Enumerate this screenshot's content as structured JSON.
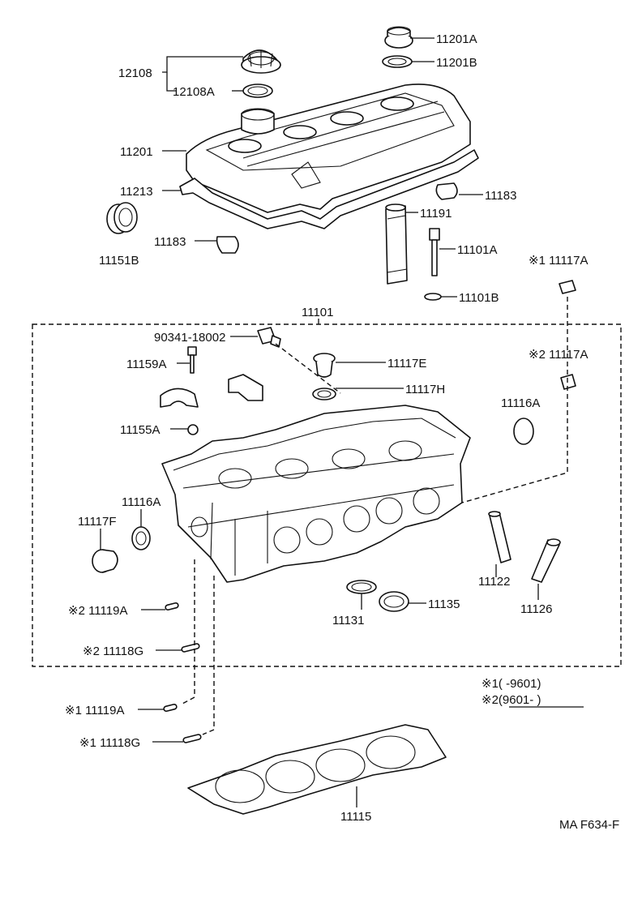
{
  "labels": {
    "p12108": "12108",
    "p12108A": "12108A",
    "p11201A": "11201A",
    "p11201B": "11201B",
    "p11201": "11201",
    "p11213": "11213",
    "p11183a": "11183",
    "p11183b": "11183",
    "p11191": "11191",
    "p11151B": "11151B",
    "p11101A": "11101A",
    "p11101B": "11101B",
    "p11117A1": "※1 11117A",
    "p11117A2": "※2 11117A",
    "p11101": "11101",
    "p90341": "90341-18002",
    "p11159A": "11159A",
    "p11117E": "11117E",
    "p11117H": "11117H",
    "p11116A_r": "11116A",
    "p11155A": "11155A",
    "p11116A_l": "11116A",
    "p11117F": "11117F",
    "p11122": "11122",
    "p11126": "11126",
    "p11131": "11131",
    "p11135": "11135",
    "p11119A2": "※2 11119A",
    "p11118G2": "※2 11118G",
    "p11119A1": "※1 11119A",
    "p11118G1": "※1 11118G",
    "p11115": "11115"
  },
  "notes": {
    "note1": "※1(      -9601)",
    "note2": "※2(9601-        )"
  },
  "figure_code": "MA F634-F"
}
